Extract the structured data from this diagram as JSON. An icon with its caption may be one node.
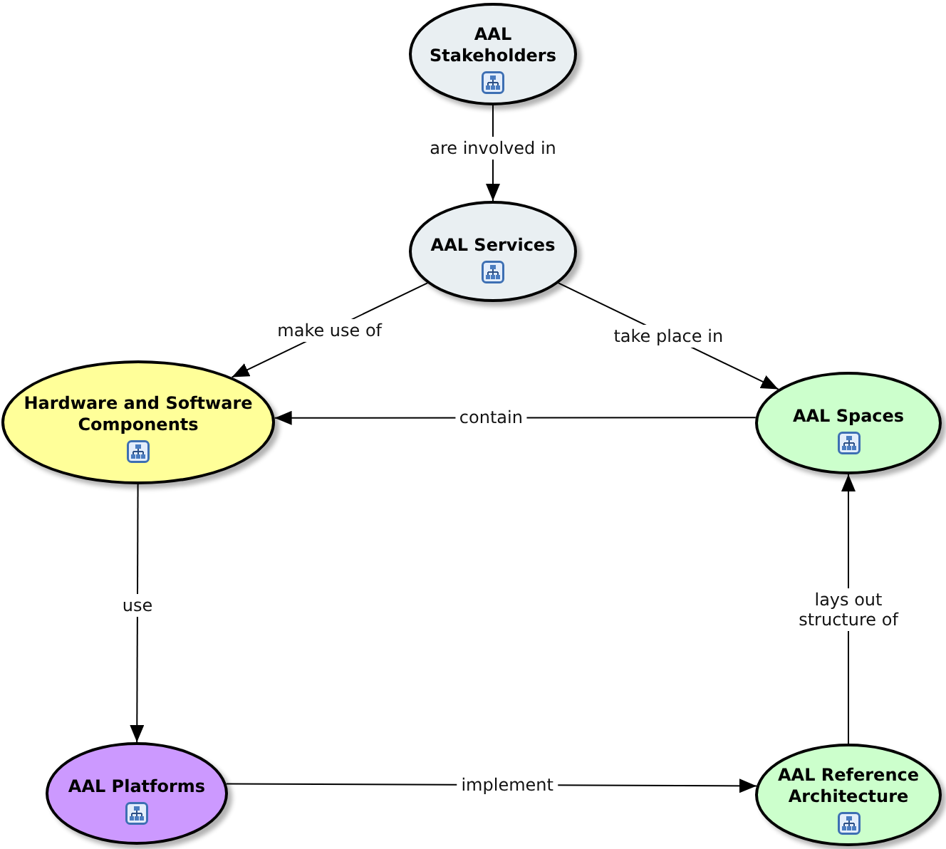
{
  "diagram": {
    "nodes": [
      {
        "text": [
          "AAL Stakeholders"
        ]
      },
      {
        "text": [
          "AAL Services"
        ]
      },
      {
        "text": [
          "Hardware and Software Components"
        ]
      },
      {
        "text": [
          "AAL Spaces"
        ]
      },
      {
        "text": [
          "AAL Platforms"
        ]
      },
      {
        "text": [
          "AAL Reference Architecture"
        ]
      }
    ],
    "edges": [
      {
        "from": 0,
        "to": 1,
        "label": "are involved in",
        "arrow": "to"
      },
      {
        "from": 1,
        "to": 2,
        "label": "make use of",
        "arrow": "to"
      },
      {
        "from": 1,
        "to": 3,
        "label": "take place in",
        "arrow": "to"
      },
      {
        "from": 3,
        "to": 2,
        "label": "contain",
        "arrow": "to"
      },
      {
        "from": 2,
        "to": 4,
        "label": "use",
        "arrow": "to"
      },
      {
        "from": 4,
        "to": 5,
        "label": "implement",
        "arrow": "to"
      },
      {
        "from": 5,
        "to": 3,
        "label": "lays out structure of",
        "arrow": "to"
      }
    ]
  }
}
